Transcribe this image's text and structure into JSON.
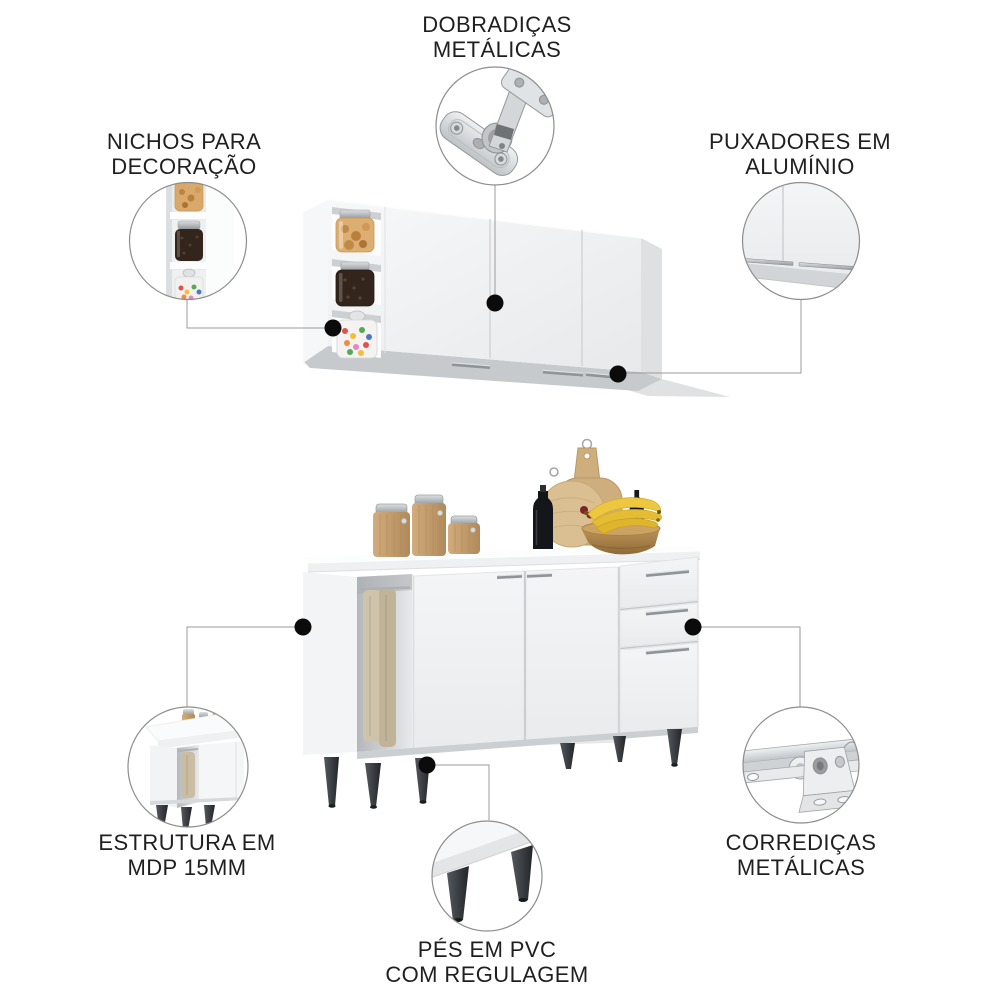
{
  "style": {
    "background": "#ffffff",
    "text_color": "#1f1f1f",
    "connector_line_color": "#9b9b9b",
    "dot_color": "#0b0b0b",
    "circle_stroke": "#8d8d8d",
    "circle_fill": "#ffffff",
    "cabinet_white": "#f2f3f5",
    "cabinet_shadow": "#c7cacd",
    "leg_color": "#2e3135",
    "wood_color": "#c8a272",
    "banana_color": "#ecc840"
  },
  "callouts": [
    {
      "id": "dobradicas",
      "line1": "DOBRADIÇAS",
      "line2": "METÁLICAS",
      "icon": "hinge-icon"
    },
    {
      "id": "nichos",
      "line1": "NICHOS PARA",
      "line2": "DECORAÇÃO",
      "icon": "decor-niches-icon"
    },
    {
      "id": "puxadores",
      "line1": "PUXADORES EM",
      "line2": "ALUMÍNIO",
      "icon": "aluminum-handle-icon"
    },
    {
      "id": "estrutura",
      "line1": "ESTRUTURA EM",
      "line2": "MDP 15MM",
      "icon": "mdp-structure-icon"
    },
    {
      "id": "pes",
      "line1": "PÉS EM PVC",
      "line2": "COM REGULAGEM",
      "icon": "pvc-feet-icon"
    },
    {
      "id": "corredicas",
      "line1": "CORREDIÇAS",
      "line2": "METÁLICAS",
      "icon": "drawer-slide-icon"
    }
  ]
}
